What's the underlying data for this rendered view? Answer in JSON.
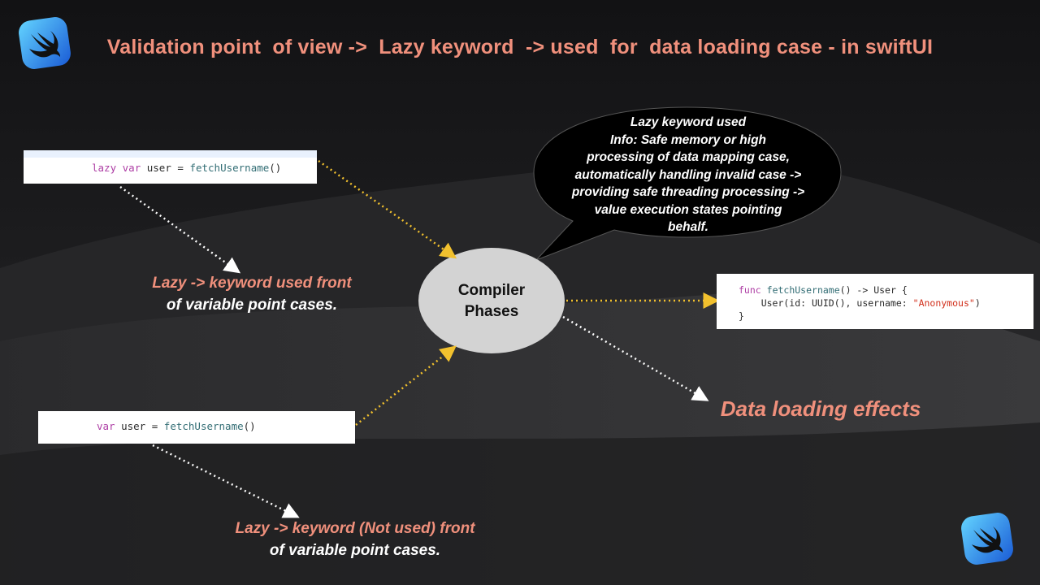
{
  "title": "Validation point  of view ->  Lazy keyword  -> used  for  data loading case - in swiftUI",
  "logo_name": "swift-logo-icon",
  "colors": {
    "accent": "#f0907c",
    "arrow_yellow": "#f2c12e",
    "arrow_white": "#ffffff",
    "background": "#1b1b1d"
  },
  "code_lazy": {
    "keyword1": "lazy",
    "keyword2": "var",
    "rest_before": "user = ",
    "call": "fetchUsername",
    "rest_after": "()"
  },
  "code_plain": {
    "keyword": "var",
    "rest_before": "user = ",
    "call": "fetchUsername",
    "rest_after": "()"
  },
  "code_func": {
    "line1_kw": "func",
    "line1_name": "fetchUsername",
    "line1_rest": "() -> User {",
    "line2_pre": "    User(id: UUID(), username: ",
    "line2_str": "\"Anonymous\"",
    "line2_post": ")",
    "line3": "}"
  },
  "note_lazy": {
    "line1": "Lazy -> keyword used front",
    "line2": "of variable point cases."
  },
  "note_plain": {
    "line1": "Lazy -> keyword (Not used) front",
    "line2": "of variable point cases."
  },
  "compiler": {
    "line1": "Compiler",
    "line2": "Phases"
  },
  "bubble": {
    "line1": "Lazy keyword used",
    "line2": "Info: Safe memory or high",
    "line3": "processing of data mapping case,",
    "line4": "automatically handling invalid case ->",
    "line5": "providing safe threading processing ->",
    "line6": "value execution states pointing",
    "line7": "behalf."
  },
  "effects": "Data loading effects"
}
